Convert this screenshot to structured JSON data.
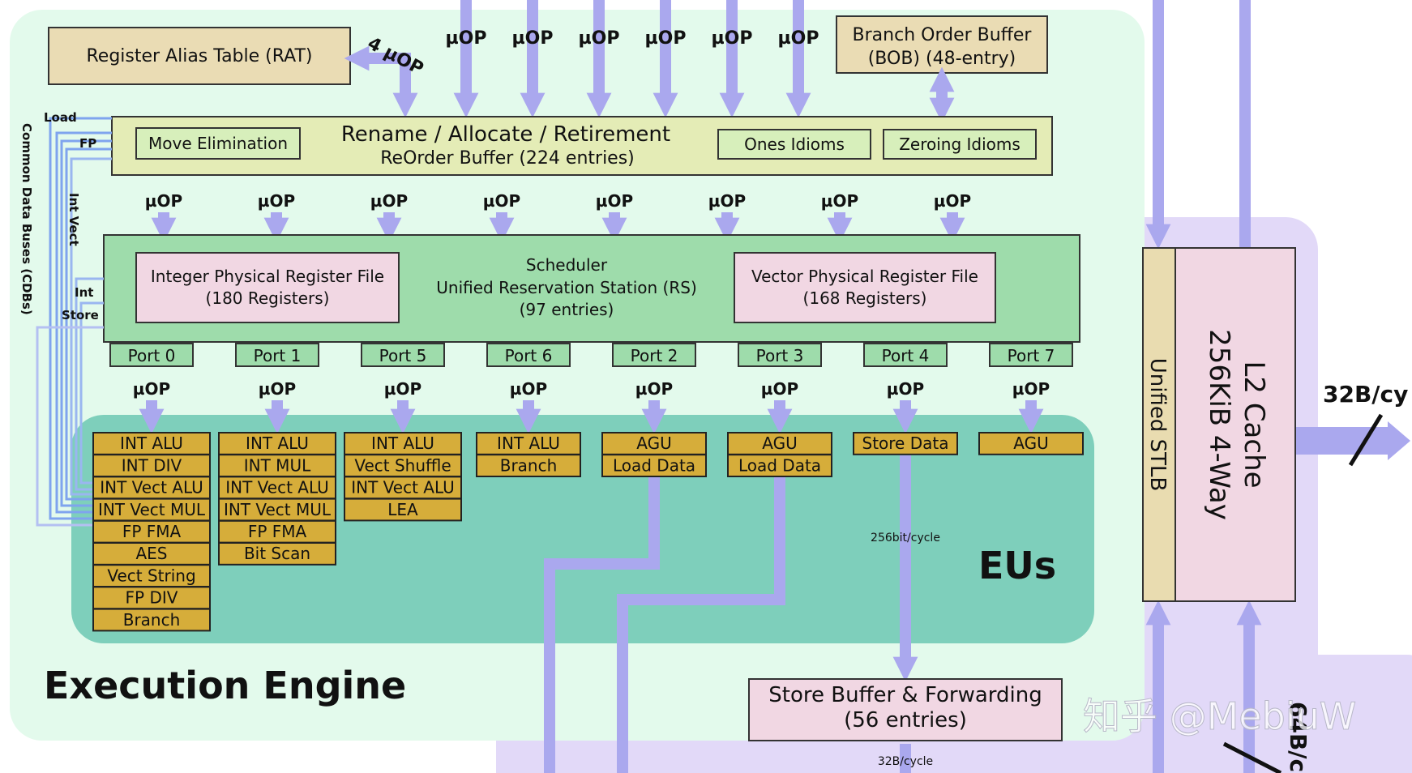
{
  "title": "Execution Engine",
  "eus_label": "EUs",
  "rat": "Register Alias Table (RAT)",
  "rat_uop": "4 µOP",
  "bob": {
    "line1": "Branch Order Buffer",
    "line2": "(BOB) (48-entry)"
  },
  "top_uop": [
    "µOP",
    "µOP",
    "µOP",
    "µOP",
    "µOP",
    "µOP"
  ],
  "rob": {
    "title": "Rename / Allocate / Retirement",
    "subtitle": "ReOrder Buffer (224 entries)",
    "move_elim": "Move Elimination",
    "ones": "Ones Idioms",
    "zeroing": "Zeroing Idioms"
  },
  "rob_uop": [
    "µOP",
    "µOP",
    "µOP",
    "µOP",
    "µOP",
    "µOP",
    "µOP",
    "µOP"
  ],
  "scheduler": {
    "line1": "Scheduler",
    "line2": "Unified Reservation Station (RS)",
    "line3": "(97 entries)",
    "int_prf": {
      "line1": "Integer Physical Register File",
      "line2": "(180 Registers)"
    },
    "vec_prf": {
      "line1": "Vector Physical Register File",
      "line2": "(168 Registers)"
    }
  },
  "ports": [
    "Port 0",
    "Port 1",
    "Port 5",
    "Port 6",
    "Port 2",
    "Port 3",
    "Port 4",
    "Port 7"
  ],
  "port_uop": [
    "µOP",
    "µOP",
    "µOP",
    "µOP",
    "µOP",
    "µOP",
    "µOP",
    "µOP"
  ],
  "eu_columns": [
    [
      "INT ALU",
      "INT DIV",
      "INT Vect ALU",
      "INT Vect MUL",
      "FP FMA",
      "AES",
      "Vect String",
      "FP DIV",
      "Branch"
    ],
    [
      "INT ALU",
      "INT MUL",
      "INT Vect ALU",
      "INT Vect MUL",
      "FP FMA",
      "Bit Scan"
    ],
    [
      "INT ALU",
      "Vect Shuffle",
      "INT Vect ALU",
      "LEA"
    ],
    [
      "INT ALU",
      "Branch"
    ],
    [
      "AGU",
      "Load Data"
    ],
    [
      "AGU",
      "Load Data"
    ],
    [
      "Store Data"
    ],
    [
      "AGU"
    ]
  ],
  "cdb": {
    "label": "Common Data Buses (CDBs)",
    "load": "Load",
    "fp": "FP",
    "int_vect": "Int Vect",
    "int": "Int",
    "store": "Store"
  },
  "bw_256": "256bit/cycle",
  "bw_32": "32B/cycle",
  "store_buffer": {
    "line1": "Store Buffer & Forwarding",
    "line2": "(56 entries)"
  },
  "stlb": "Unified STLB",
  "l2": {
    "line1": "L2 Cache",
    "line2": "256KiB 4-Way"
  },
  "l2_out": "32B/cy",
  "l2_bottom": "64B/c",
  "watermark": "知乎 @MebiuW",
  "colors": {
    "engine_bg": "#e3faec",
    "eus_bg": "#7ecfbb",
    "memory_bg": "#e2d9f8",
    "arrow": "#aaa8ee",
    "rat_box": "#eadcb4",
    "rob_box": "#e4ecb6",
    "sched_box": "#9edcab",
    "prf_box": "#f1d7e3",
    "eu_box": "#d6ad3a",
    "l2_box": "#f1d7e3",
    "stlb_box": "#e9dcb0"
  }
}
